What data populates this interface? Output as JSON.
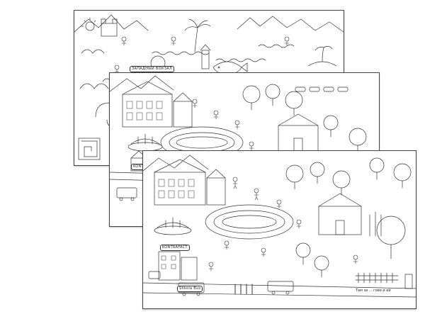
{
  "product": {
    "sheets": [
      {
        "id": "back",
        "theme": "seaside",
        "signs": {
          "main": "ЗАПАДНЫЙ ВОКЗАЛ"
        }
      },
      {
        "id": "middle",
        "theme": "town",
        "signs": {
          "shop": "KONTRAFACT"
        }
      },
      {
        "id": "front",
        "theme": "town",
        "signs": {
          "shop": "KONTRAFACT",
          "bus": "Shkola Bus",
          "note": "Там за ... гово и ей"
        }
      }
    ]
  },
  "colors": {
    "ink": "#333333",
    "paper": "#ffffff",
    "border": "#444444"
  }
}
